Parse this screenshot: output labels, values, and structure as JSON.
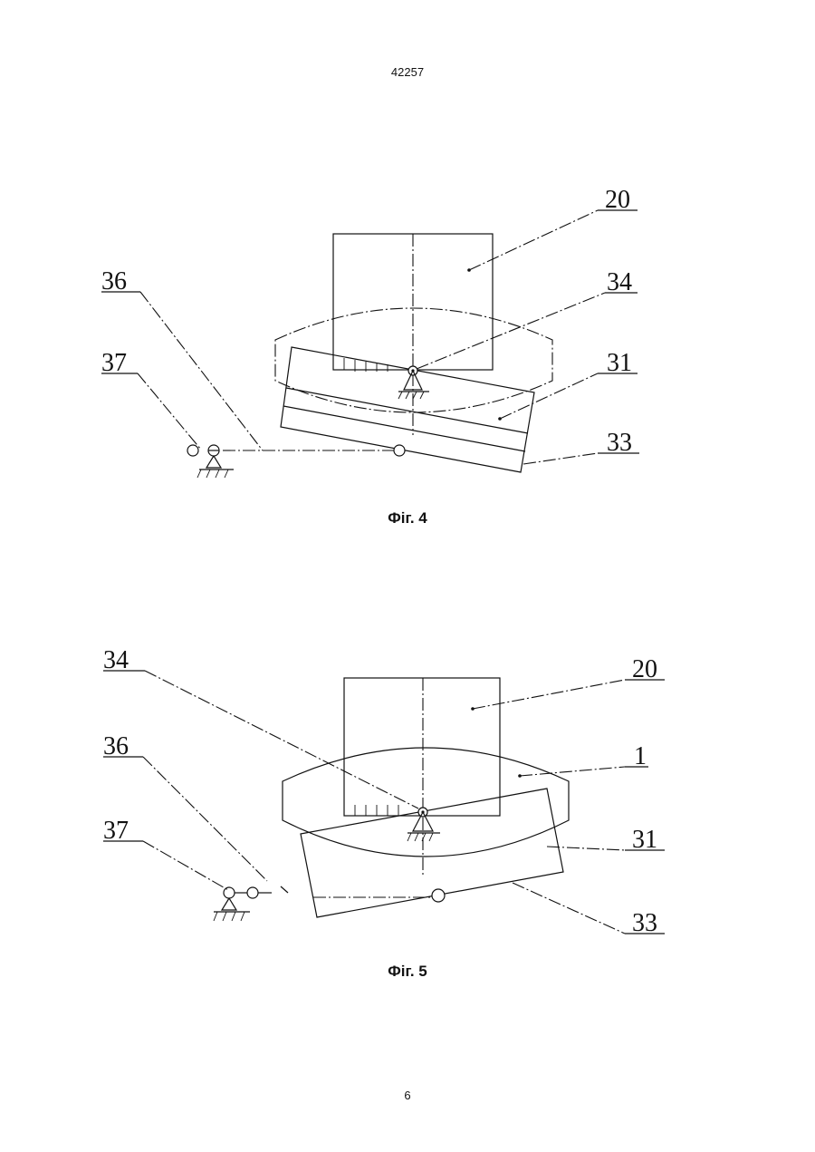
{
  "document": {
    "number": "42257",
    "page_number": "6"
  },
  "figures": [
    {
      "caption": "Фіг. 4",
      "labels": {
        "l20": "20",
        "l34": "34",
        "l36": "36",
        "l37": "37",
        "l31": "31",
        "l33": "33"
      }
    },
    {
      "caption": "Фіг. 5",
      "labels": {
        "l34": "34",
        "l20": "20",
        "l36": "36",
        "l1": "1",
        "l37": "37",
        "l31": "31",
        "l33": "33"
      }
    }
  ]
}
